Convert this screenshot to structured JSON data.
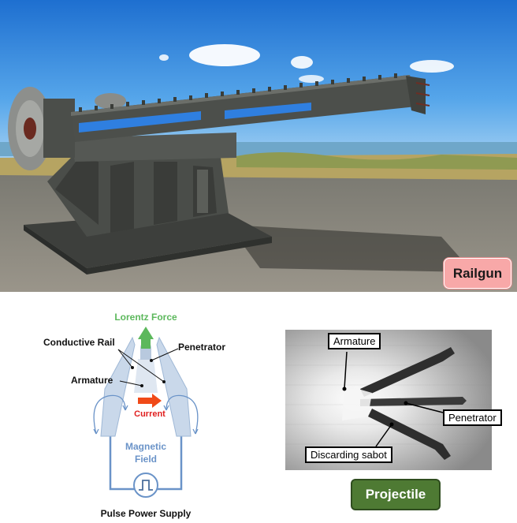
{
  "photo": {
    "badge_label": "Railgun"
  },
  "diagram": {
    "lorentz_force": "Lorentz Force",
    "conductive_rail": "Conductive Rail",
    "penetrator": "Penetrator",
    "armature": "Armature",
    "current": "Current",
    "magnetic_field_line1": "Magnetic",
    "magnetic_field_line2": "Field",
    "pulse_power_supply": "Pulse Power Supply",
    "colors": {
      "lorentz": "#5cb85c",
      "current": "#e02020",
      "field": "#6a93c8",
      "rail_fill": "#c9d8ea"
    }
  },
  "projectile": {
    "armature_label": "Armature",
    "penetrator_label": "Penetrator",
    "sabot_label": "Discarding sabot",
    "badge_label": "Projectile"
  }
}
